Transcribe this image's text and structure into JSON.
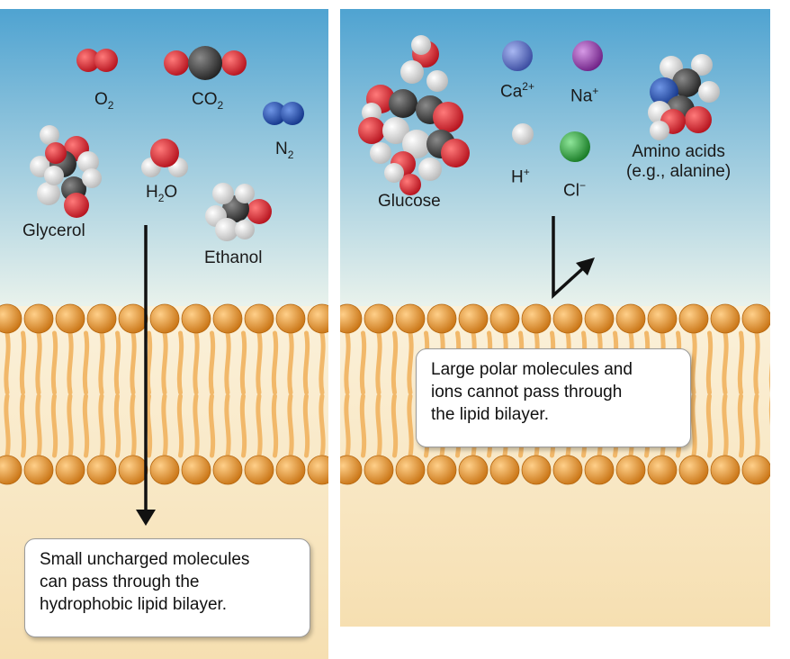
{
  "left_panel": {
    "molecules": {
      "o2": {
        "label": "O",
        "sub": "2"
      },
      "co2": {
        "label": "CO",
        "sub": "2"
      },
      "n2": {
        "label": "N",
        "sub": "2"
      },
      "h2o": {
        "label": "H",
        "sub": "2",
        "tail": "O"
      },
      "glycerol": {
        "label": "Glycerol"
      },
      "ethanol": {
        "label": "Ethanol"
      }
    },
    "callout": {
      "line1": "Small uncharged molecules",
      "line2": "can pass through the",
      "line3": "hydrophobic lipid bilayer."
    }
  },
  "right_panel": {
    "molecules": {
      "glucose": {
        "label": "Glucose"
      },
      "ca": {
        "label": "Ca",
        "sup": "2+"
      },
      "na": {
        "label": "Na",
        "sup": "+"
      },
      "h": {
        "label": "H",
        "sup": "+"
      },
      "cl": {
        "label": "Cl",
        "sup": "−"
      },
      "amino_line1": "Amino acids",
      "amino_line2": "(e.g., alanine)"
    },
    "callout": {
      "line1": "Large polar molecules and",
      "line2": "ions cannot pass through",
      "line3": "the lipid bilayer."
    }
  },
  "colors": {
    "sky_top": "#4fa3d1",
    "sky_bottom": "#e9f2ec",
    "cytoplasm": "#f8e6c0",
    "lipid_head": "#e8952e",
    "lipid_tail": "#f1b86a",
    "oxygen": "#d81f2b",
    "carbon": "#3c3c3c",
    "hydrogen": "#e4e4e4",
    "nitrogen": "#1f4fa8",
    "calcium": "#5a6fc4",
    "sodium": "#9a3fb0",
    "chloride": "#2aa63a"
  }
}
